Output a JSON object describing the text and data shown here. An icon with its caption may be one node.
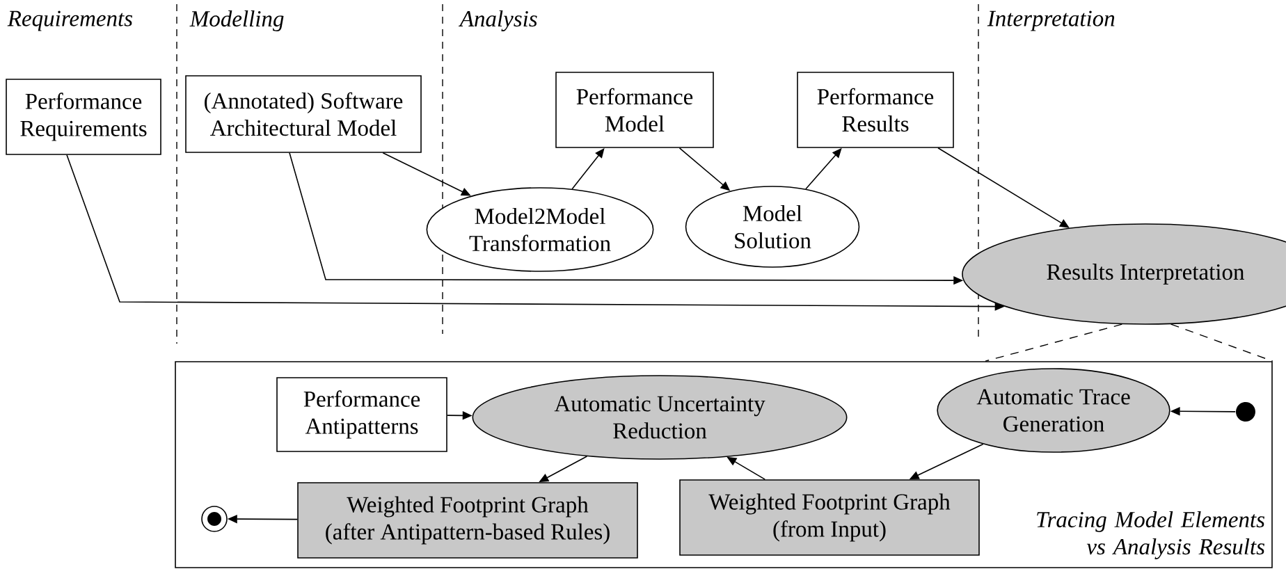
{
  "diagram": {
    "nodes": [
      {
        "text": [
          "Performance Requirements"
        ]
      },
      {
        "text": [
          "(Annotated) Software Architectural Model"
        ]
      },
      {
        "text": [
          "Performance Model"
        ]
      },
      {
        "text": [
          "Model2Model Transformation"
        ]
      },
      {
        "text": [
          "Model Solution"
        ]
      },
      {
        "text": [
          "Performance Results"
        ]
      },
      {
        "text": [
          "Results Interpretation"
        ]
      },
      {
        "text": [
          "Tracing Model Elements vs Analysis Results"
        ]
      },
      {
        "text": [
          "Performance Antipatterns"
        ],
        "in": 7
      },
      {
        "text": [
          "Automatic Uncertainty Reduction"
        ],
        "in": 7
      },
      {
        "text": [
          "Automatic Trace Generation"
        ],
        "in": 7
      },
      {
        "text": [],
        "shape": "circle",
        "in": 7
      },
      {
        "text": [],
        "shape": "circle",
        "in": 7
      },
      {
        "text": [
          "Weighted Footprint Graph (after Antipattern-based Rules)"
        ],
        "in": 7
      },
      {
        "text": [
          "Weighted Footprint Graph (from Input)"
        ],
        "in": 7
      }
    ],
    "edges": [
      {
        "from": 1,
        "to": 3,
        "arrow": "to"
      },
      {
        "from": 3,
        "to": 2,
        "arrow": "to"
      },
      {
        "from": 2,
        "to": 4,
        "arrow": "to"
      },
      {
        "from": 4,
        "to": 5,
        "arrow": "to"
      },
      {
        "from": 5,
        "to": 6,
        "arrow": "to"
      },
      {
        "from": 1,
        "to": 6,
        "arrow": "to"
      },
      {
        "from": 0,
        "to": 6,
        "arrow": "to"
      },
      {
        "from": 8,
        "to": 9,
        "arrow": "to"
      },
      {
        "from": 9,
        "to": 13,
        "arrow": "to"
      },
      {
        "from": 14,
        "to": 9,
        "arrow": "to"
      },
      {
        "from": 10,
        "to": 14,
        "arrow": "to"
      },
      {
        "from": 11,
        "to": 10,
        "arrow": "to"
      },
      {
        "from": 13,
        "to": 12,
        "arrow": "to"
      },
      {
        "from": 6,
        "to": 7,
        "arrow": "none",
        "style": "dashed"
      },
      {
        "from": 6,
        "to": 7,
        "arrow": "none",
        "style": "dashed"
      }
    ],
    "labels": [
      "Requirements",
      "Modelling",
      "Analysis",
      "Interpretation"
    ]
  }
}
